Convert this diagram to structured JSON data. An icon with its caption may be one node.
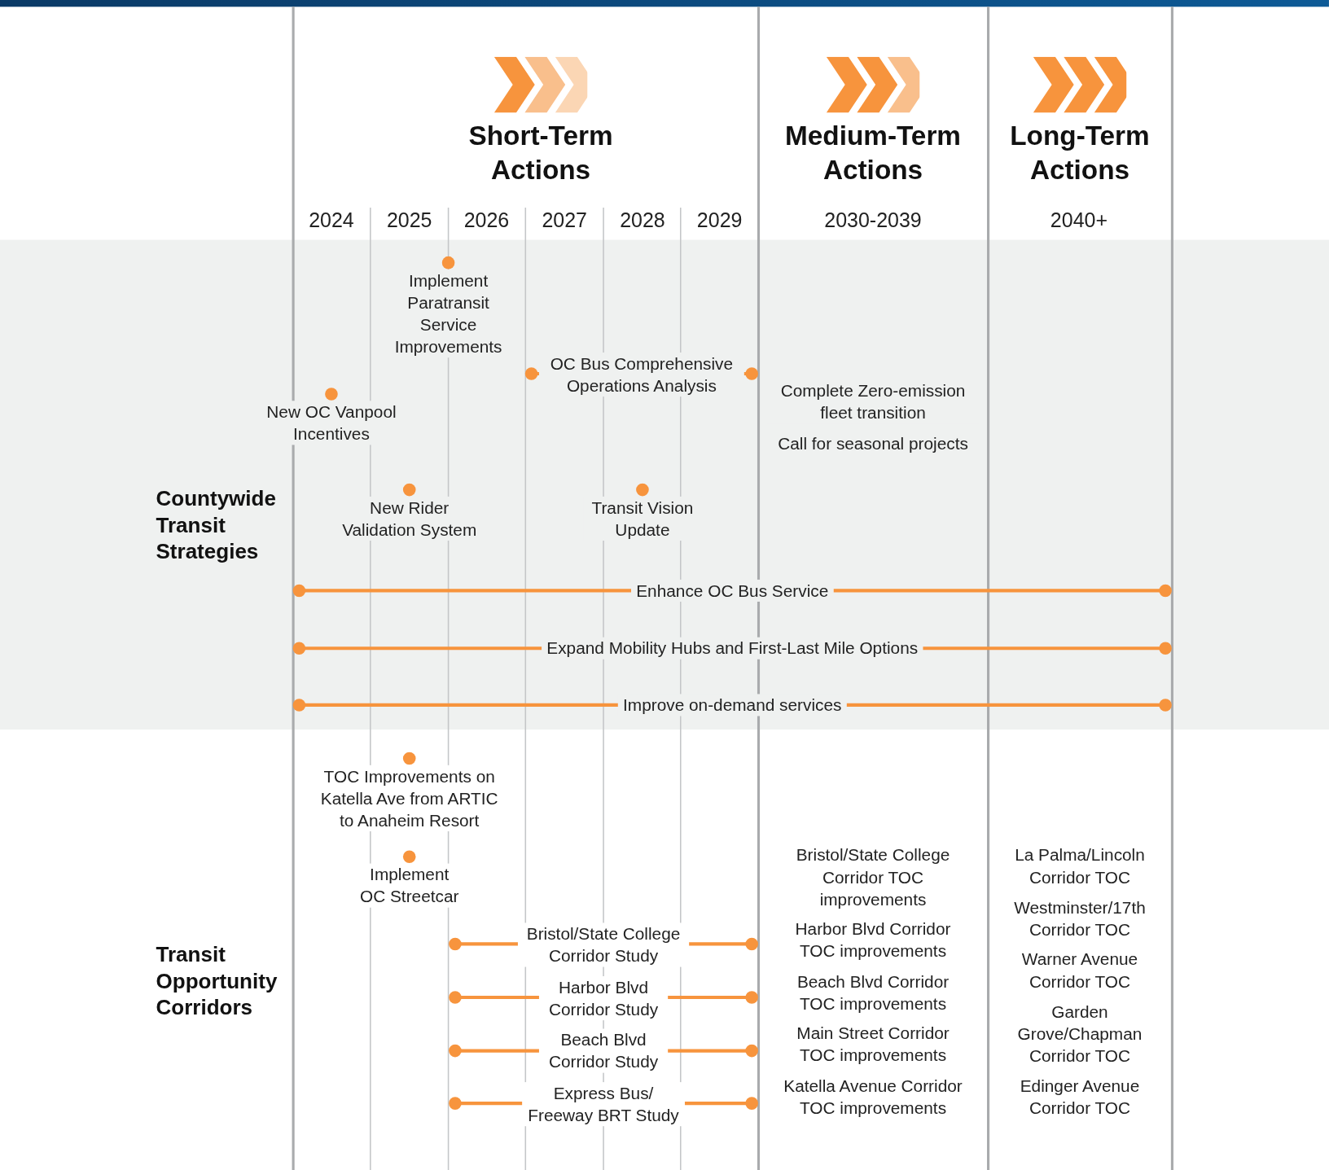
{
  "diagram": {
    "nodes": [
      {
        "text": [
          "Countywide Transit Strategies"
        ]
      },
      {
        "text": [
          "Implement Paratransit Service Improvements"
        ],
        "in": 0
      },
      {
        "text": [
          "OC Bus Comprehensive Operations Analysis"
        ],
        "in": 0
      },
      {
        "text": [
          "New OC Vanpool Incentives"
        ],
        "in": 0
      },
      {
        "text": [
          "Complete Zero-emission fleet transition"
        ],
        "in": 0
      },
      {
        "text": [
          "Call for seasonal projects"
        ],
        "in": 0
      },
      {
        "text": [
          "New Rider Validation System"
        ],
        "in": 0
      },
      {
        "text": [
          "Transit Vision Update"
        ],
        "in": 0
      },
      {
        "text": [
          "Enhance OC Bus Service"
        ],
        "in": 0
      },
      {
        "text": [
          "Expand Mobility Hubs and First-Last Mile Options"
        ],
        "in": 0
      },
      {
        "text": [
          "Improve on-demand services"
        ],
        "in": 0
      },
      {
        "text": [
          "Transit Opportunity Corridors"
        ]
      },
      {
        "text": [
          "TOC Improvements on Katella Ave from ARTIC to Anaheim Resort"
        ],
        "in": 11
      },
      {
        "text": [
          "Implement OC Streetcar"
        ],
        "in": 11
      },
      {
        "text": [
          "Bristol/State College Corridor TOC improvements"
        ],
        "in": 11
      },
      {
        "text": [
          "La Palma/Lincoln Corridor TOC"
        ],
        "in": 11
      },
      {
        "text": [
          "Westminster/17th Corridor TOC"
        ],
        "in": 11
      },
      {
        "text": [
          "Bristol/State College Corridor Study"
        ],
        "in": 11
      },
      {
        "text": [
          "Harbor Blvd Corridor TOC improvements"
        ],
        "in": 11
      },
      {
        "text": [
          "Warner Avenue Corridor TOC"
        ],
        "in": 11
      },
      {
        "text": [
          "Harbor Blvd Corridor Study"
        ],
        "in": 11
      },
      {
        "text": [
          "Beach Blvd Corridor TOC improvements"
        ],
        "in": 11
      },
      {
        "text": [
          "Garden Grove/Chapman Corridor TOC"
        ],
        "in": 11
      },
      {
        "text": [
          "Beach Blvd Corridor Study"
        ],
        "in": 11
      },
      {
        "text": [
          "Main Street Corridor TOC improvements"
        ],
        "in": 11
      },
      {
        "text": [
          "Edinger Avenue Corridor TOC"
        ],
        "in": 11
      },
      {
        "text": [
          "Express Bus/ Freeway BRT Study"
        ],
        "in": 11
      },
      {
        "text": [
          "Katella Avenue Corridor TOC improvements"
        ],
        "in": 11
      }
    ],
    "labels": [
      "Short-Term Actions",
      "Medium-Term Actions",
      "Long-Term Actions",
      "2024",
      "2025",
      "2026",
      "2027",
      "2028",
      "2029",
      "2030-2039",
      "2040+"
    ]
  }
}
